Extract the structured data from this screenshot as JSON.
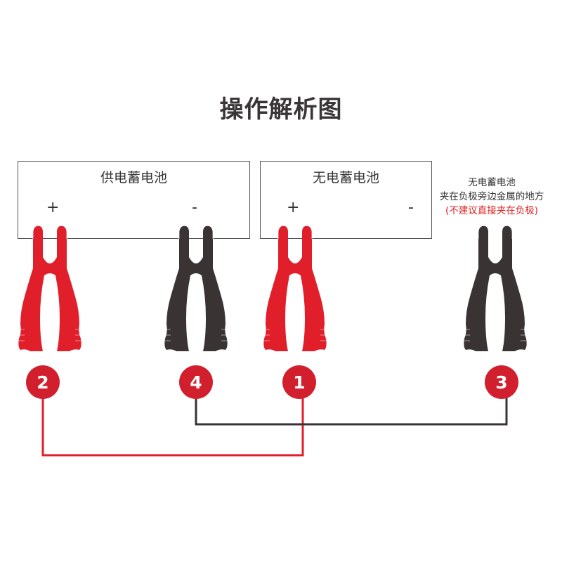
{
  "title": "操作解析图",
  "battery_supply": {
    "name": "供电蓄电池",
    "positive": "+",
    "negative": "-"
  },
  "battery_dead": {
    "name": "无电蓄电池",
    "positive": "+",
    "negative": "-"
  },
  "note": {
    "line1": "无电蓄电池",
    "line2": "夹在负极旁边金属的地方",
    "line3": "(不建议直接夹在负极)"
  },
  "clamps": [
    {
      "name": "red-clamp-supply-positive",
      "color": "red",
      "step": "2"
    },
    {
      "name": "black-clamp-supply-negative",
      "color": "black",
      "step": "4"
    },
    {
      "name": "red-clamp-dead-positive",
      "color": "red",
      "step": "1"
    },
    {
      "name": "black-clamp-dead-ground",
      "color": "black",
      "step": "3"
    }
  ],
  "colors": {
    "red": "#e01f2b",
    "black": "#3a3334",
    "badge_red": "#d21f2d",
    "wire_red": "#e01f2b",
    "wire_black": "#3a3334",
    "warning": "#e02020"
  }
}
